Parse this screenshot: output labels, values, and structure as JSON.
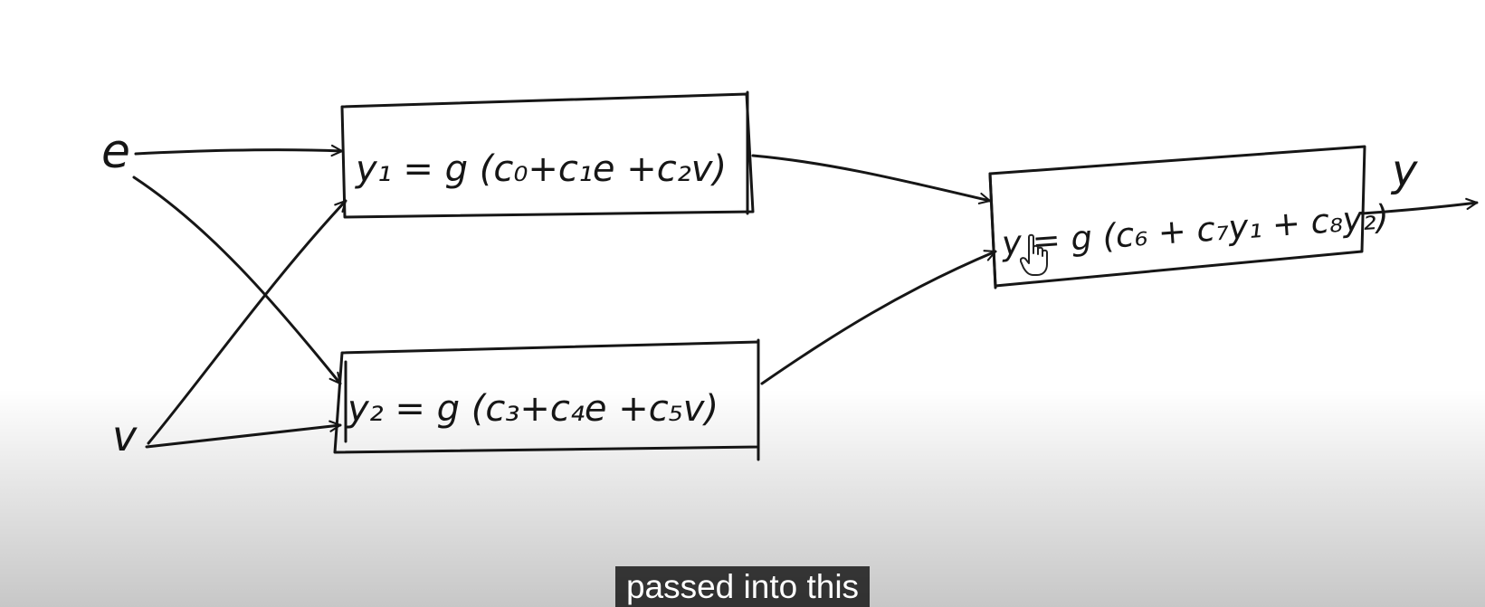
{
  "diagram": {
    "inputs": {
      "e": "e",
      "v": "v"
    },
    "nodes": [
      {
        "id": "y1",
        "equation": "y₁ = g (c₀+c₁e +c₂v)"
      },
      {
        "id": "y2",
        "equation": "y₂ = g (c₃+c₄e +c₅v)"
      },
      {
        "id": "y",
        "equation": "y = g (c₆ + c₇y₁ + c₈y₂)"
      }
    ],
    "output": "y",
    "edges": [
      {
        "from": "e",
        "to": "y1"
      },
      {
        "from": "e",
        "to": "y2"
      },
      {
        "from": "v",
        "to": "y1"
      },
      {
        "from": "v",
        "to": "y2"
      },
      {
        "from": "y1",
        "to": "y"
      },
      {
        "from": "y2",
        "to": "y"
      },
      {
        "from": "y",
        "to": "output"
      }
    ]
  },
  "caption": {
    "text": "passed into this"
  },
  "cursor": {
    "icon": "hand-pointer-icon"
  }
}
